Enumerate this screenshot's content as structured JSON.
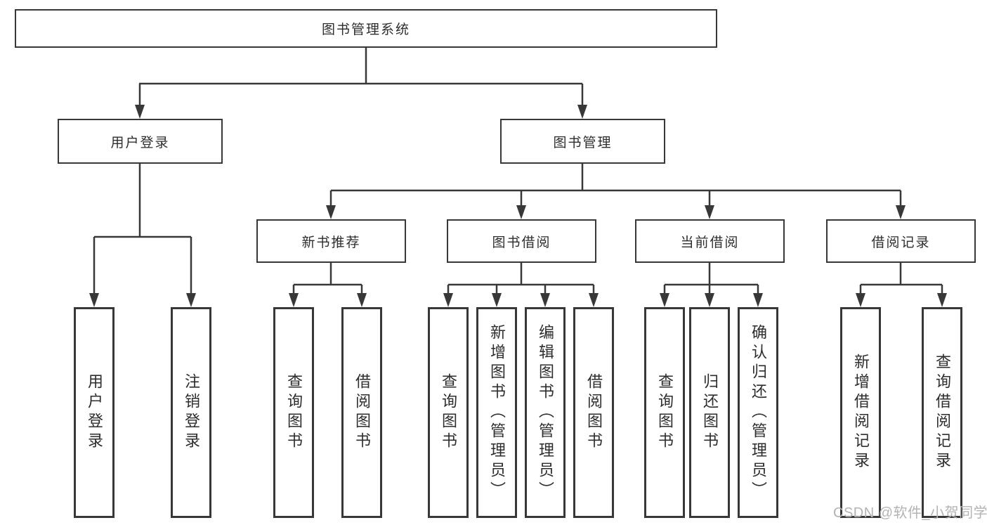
{
  "diagram_type": "hierarchy-chart",
  "tree": {
    "label": "图书管理系统",
    "children": [
      {
        "label": "用户登录",
        "children": [
          {
            "label": "用户登录"
          },
          {
            "label": "注销登录"
          }
        ]
      },
      {
        "label": "图书管理",
        "children": [
          {
            "label": "新书推荐",
            "children": [
              {
                "label": "查询图书"
              },
              {
                "label": "借阅图书"
              }
            ]
          },
          {
            "label": "图书借阅",
            "children": [
              {
                "label": "查询图书"
              },
              {
                "label": "新增图书（管理员）"
              },
              {
                "label": "编辑图书（管理员）"
              },
              {
                "label": "借阅图书"
              }
            ]
          },
          {
            "label": "当前借阅",
            "children": [
              {
                "label": "查询图书"
              },
              {
                "label": "归还图书"
              },
              {
                "label": "确认归还（管理员）"
              }
            ]
          },
          {
            "label": "借阅记录",
            "children": [
              {
                "label": "新增借阅记录"
              },
              {
                "label": "查询借阅记录"
              }
            ]
          }
        ]
      }
    ]
  },
  "watermark": {
    "text": "CSDN @软件_小贺同学"
  },
  "style": {
    "line_color": "#383838",
    "box_border_color": "#383838",
    "text_color": "#2d2d2d",
    "watermark_color": "#b3b3b3",
    "background_color": "#ffffff"
  }
}
